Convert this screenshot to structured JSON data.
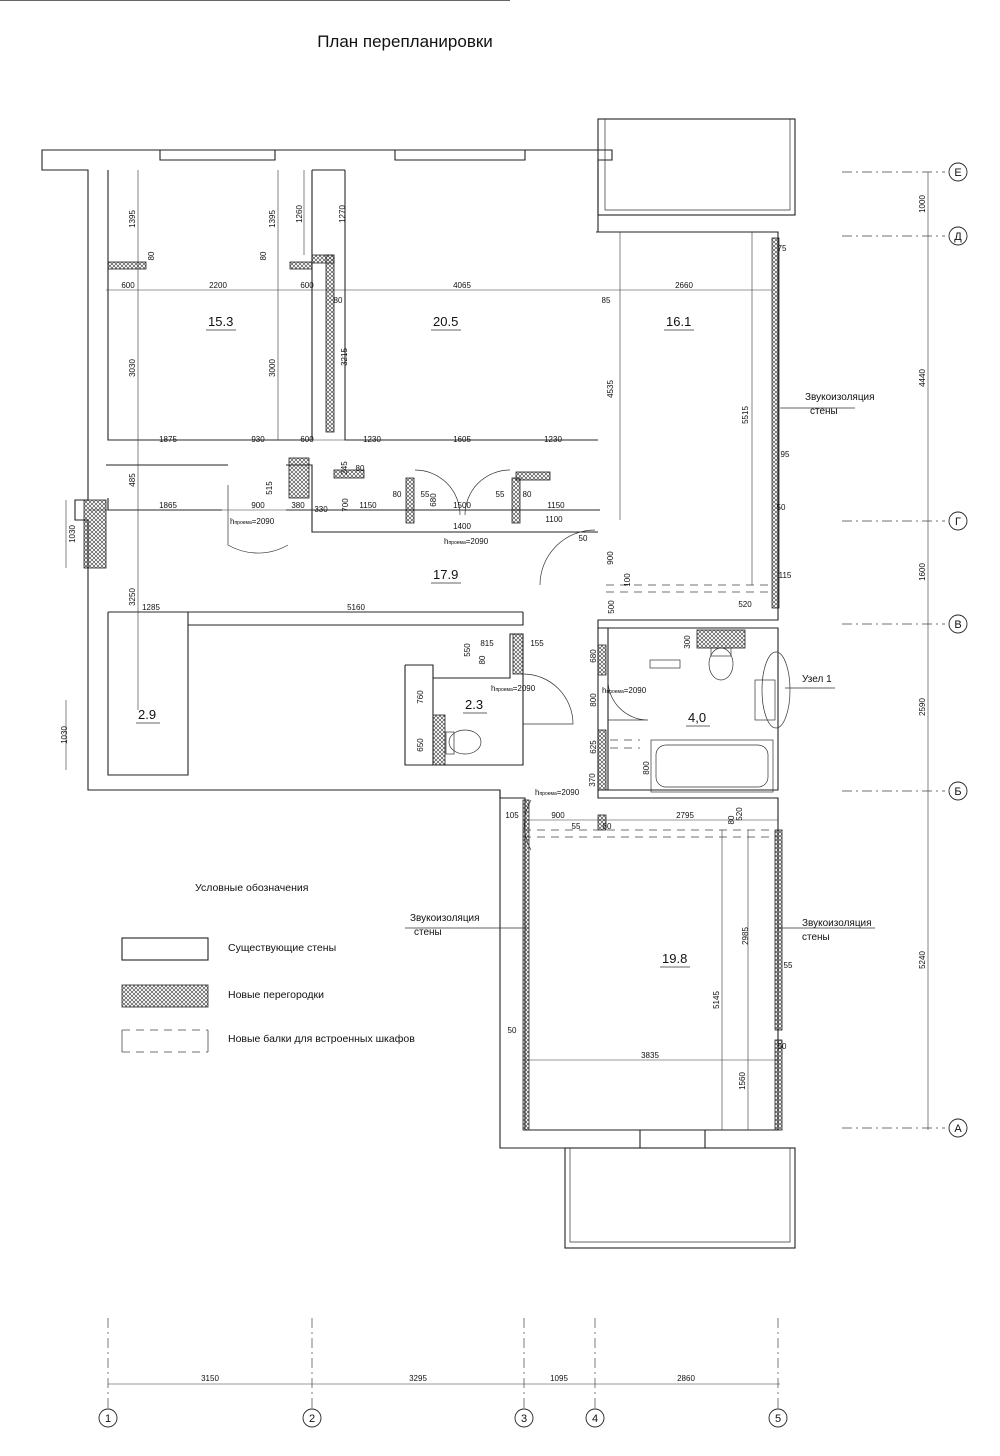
{
  "title": "План перепланировки",
  "rooms": [
    {
      "label": "15.3"
    },
    {
      "label": "20.5"
    },
    {
      "label": "16.1"
    },
    {
      "label": "17.9"
    },
    {
      "label": "2.9"
    },
    {
      "label": "2.3"
    },
    {
      "label": "4,0"
    },
    {
      "label": "19.8"
    }
  ],
  "notes": {
    "soundproof_1": [
      "Звукоизоляция",
      "стены"
    ],
    "soundproof_2": [
      "Звукоизоляция",
      "стены"
    ],
    "soundproof_3": [
      "Звукоизоляция",
      "стены"
    ],
    "node": "Узел 1",
    "door_h": [
      "h",
      "проема",
      "=2090"
    ]
  },
  "legend": {
    "title": "Условные обозначения",
    "items": [
      "Существующие стены",
      "Новые перегородки",
      "Новые балки для встроенных шкафов"
    ]
  },
  "axes": {
    "horizontal": [
      "Е",
      "Д",
      "Г",
      "В",
      "Б",
      "А"
    ],
    "vertical": [
      "1",
      "2",
      "3",
      "4",
      "5"
    ]
  },
  "dimensions": {
    "bottom": [
      "3150",
      "3295",
      "1095",
      "2860"
    ],
    "right": [
      "1000",
      "4440",
      "1600",
      "2590",
      "5240"
    ],
    "labels": [
      "1395",
      "1395",
      "1260",
      "1270",
      "80",
      "80",
      "600",
      "2200",
      "600",
      "4065",
      "85",
      "2660",
      "75",
      "3030",
      "3000",
      "3215",
      "4535",
      "5515",
      "80",
      "1875",
      "930",
      "600",
      "1230",
      "1605",
      "1230",
      "95",
      "485",
      "515",
      "245",
      "80",
      "700",
      "80",
      "55",
      "680",
      "55",
      "80",
      "1030",
      "1865",
      "900",
      "380",
      "330",
      "1150",
      "1500",
      "1150",
      "1400",
      "1100",
      "50",
      "50",
      "900",
      "100",
      "115",
      "3250",
      "1285",
      "5160",
      "500",
      "520",
      "815",
      "155",
      "550",
      "80",
      "300",
      "680",
      "760",
      "650",
      "800",
      "625",
      "370",
      "800",
      "1030",
      "105",
      "900",
      "55",
      "80",
      "2795",
      "80",
      "520",
      "2985",
      "5145",
      "55",
      "50",
      "3835",
      "50",
      "1560"
    ]
  },
  "colors": {
    "line": "#222222",
    "background": "#ffffff"
  }
}
